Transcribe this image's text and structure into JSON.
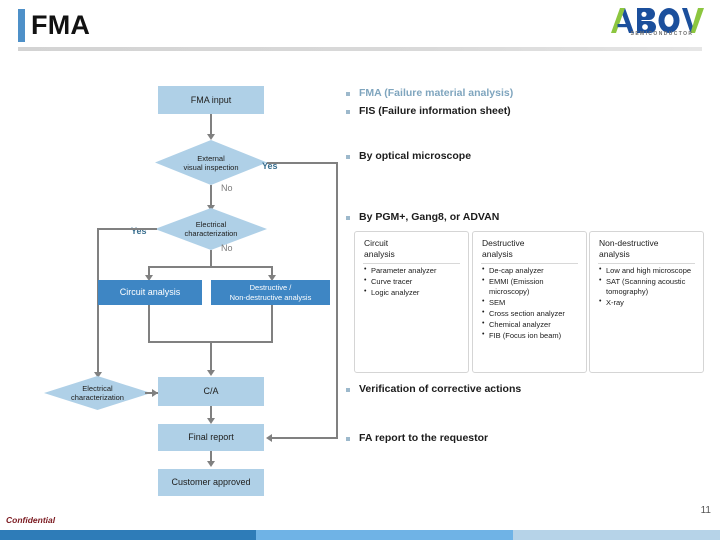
{
  "header": {
    "title": "FMA",
    "logo": {
      "main": "ABOV",
      "sub": "SEMICONDUCTOR",
      "green": "#8CC63F",
      "blue": "#1B4F9C"
    },
    "accent_color": "#4E90C8"
  },
  "flow": {
    "nodes": [
      {
        "id": "fma-input",
        "label": "FMA input",
        "shape": "box",
        "style": "light"
      },
      {
        "id": "external-visual",
        "label": "External\nvisual  inspection",
        "shape": "diamond",
        "style": "light"
      },
      {
        "id": "electrical-1",
        "label": "Electrical\ncharacterization",
        "shape": "diamond",
        "style": "light"
      },
      {
        "id": "circuit-analysis",
        "label": "Circuit analysis",
        "shape": "box",
        "style": "dark"
      },
      {
        "id": "destructive",
        "label": "Destructive /\nNon-destructive  analysis",
        "shape": "box",
        "style": "dark"
      },
      {
        "id": "electrical-2",
        "label": "Electrical\ncharacterization",
        "shape": "diamond",
        "style": "light"
      },
      {
        "id": "ca",
        "label": "C/A",
        "shape": "box",
        "style": "light"
      },
      {
        "id": "final-report",
        "label": "Final report",
        "shape": "box",
        "style": "light"
      },
      {
        "id": "customer-approved",
        "label": "Customer approved",
        "shape": "box",
        "style": "light"
      }
    ],
    "edge_labels": {
      "visual_yes": "Yes",
      "visual_no": "No",
      "electrical_yes": "Yes",
      "electrical_no": "No"
    },
    "colors": {
      "light": "#AFD0E7",
      "dark": "#3E86C4",
      "line": "#808080",
      "yes": "#3A6F8F",
      "no": "#7B7B7B"
    }
  },
  "bullets": [
    {
      "text": "FMA (Failure material analysis)",
      "muted": true
    },
    {
      "text": "FIS (Failure information sheet)",
      "muted": false
    },
    {
      "text": "By optical microscope",
      "muted": false
    },
    {
      "text": "By PGM+, Gang8, or ADVAN",
      "muted": false
    },
    {
      "text": "Verification of corrective actions",
      "muted": false
    },
    {
      "text": "FA report to the requestor",
      "muted": false
    }
  ],
  "cards": [
    {
      "title": "Circuit\nanalysis",
      "items": [
        "Parameter analyzer",
        "Curve tracer",
        "Logic analyzer"
      ]
    },
    {
      "title": "Destructive\nanalysis",
      "items": [
        "De-cap analyzer",
        "EMMI (Emission microscopy)",
        "SEM",
        "Cross section analyzer",
        "Chemical analyzer",
        "FIB (Focus ion beam)"
      ]
    },
    {
      "title": "Non-destructive\nanalysis",
      "items": [
        "Low and high microscope",
        "SAT (Scanning acoustic tomography)",
        "X-ray"
      ]
    }
  ],
  "footer": {
    "confidential": "Confidential",
    "page_number": "11",
    "bar_colors": [
      "#2E7CB8",
      "#6FB3E6",
      "#B6D3E8"
    ]
  }
}
